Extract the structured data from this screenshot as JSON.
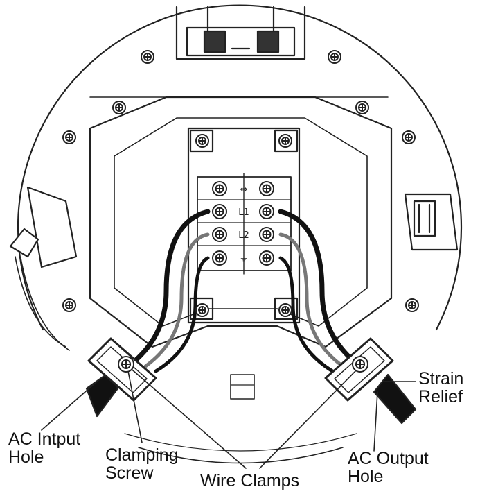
{
  "diagram": {
    "terminal_marks": [
      "⇔",
      "L1",
      "L2",
      "⏚"
    ]
  },
  "labels": {
    "ac_input_hole": [
      "AC Intput",
      "Hole"
    ],
    "clamping_screw": [
      "Clamping",
      "Screw"
    ],
    "wire_clamps": "Wire Clamps",
    "ac_output_hole": [
      "AC Output",
      "Hole"
    ],
    "strain_relief": [
      "Strain",
      "Relief"
    ]
  }
}
